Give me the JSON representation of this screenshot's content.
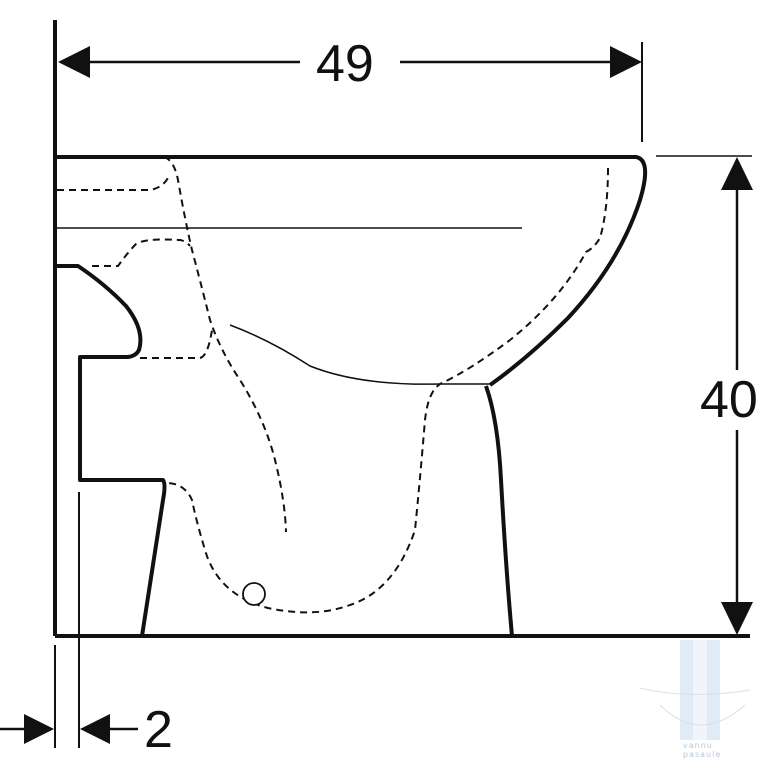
{
  "diagram": {
    "dimensions": {
      "width": "49",
      "height": "40",
      "wall_offset": "2"
    },
    "colors": {
      "line": "#111111",
      "watermark": "#b9c7d6"
    },
    "watermark": {
      "logo_text": "vannu pasaule"
    }
  }
}
